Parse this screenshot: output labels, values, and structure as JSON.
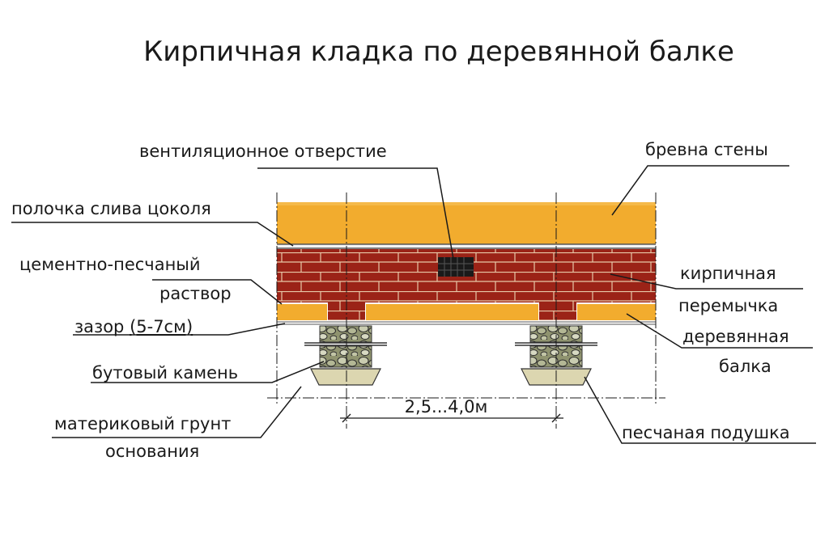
{
  "title": "Кирпичная кладка по деревянной балке",
  "labels": {
    "vent": "вентиляционное отверстие",
    "logs": "бревна стены",
    "shelf": "полочка слива цоколя",
    "mortar_1": "цементно-песчаный",
    "mortar_2": "раствор",
    "brick_1": "кирпичная",
    "brick_2": "перемычка",
    "gap_prefix": "зазор ",
    "gap_value": "(5-7см)",
    "beam_1": "деревянная",
    "beam_2": "балка",
    "rubble": "бутовый камень",
    "soil_1": "материковый грунт",
    "soil_2": "основания",
    "sand": "песчаная подушка"
  },
  "dimension": "2,5...4,0м",
  "colors": {
    "logs": "#f2ac2e",
    "brick": "#9b2317",
    "mortar_joint": "#e8c9a8",
    "beam": "#f2ac2e",
    "stone": "#b7b99a",
    "sand_pad": "#dcd6b0",
    "line": "#1a1a1a"
  }
}
